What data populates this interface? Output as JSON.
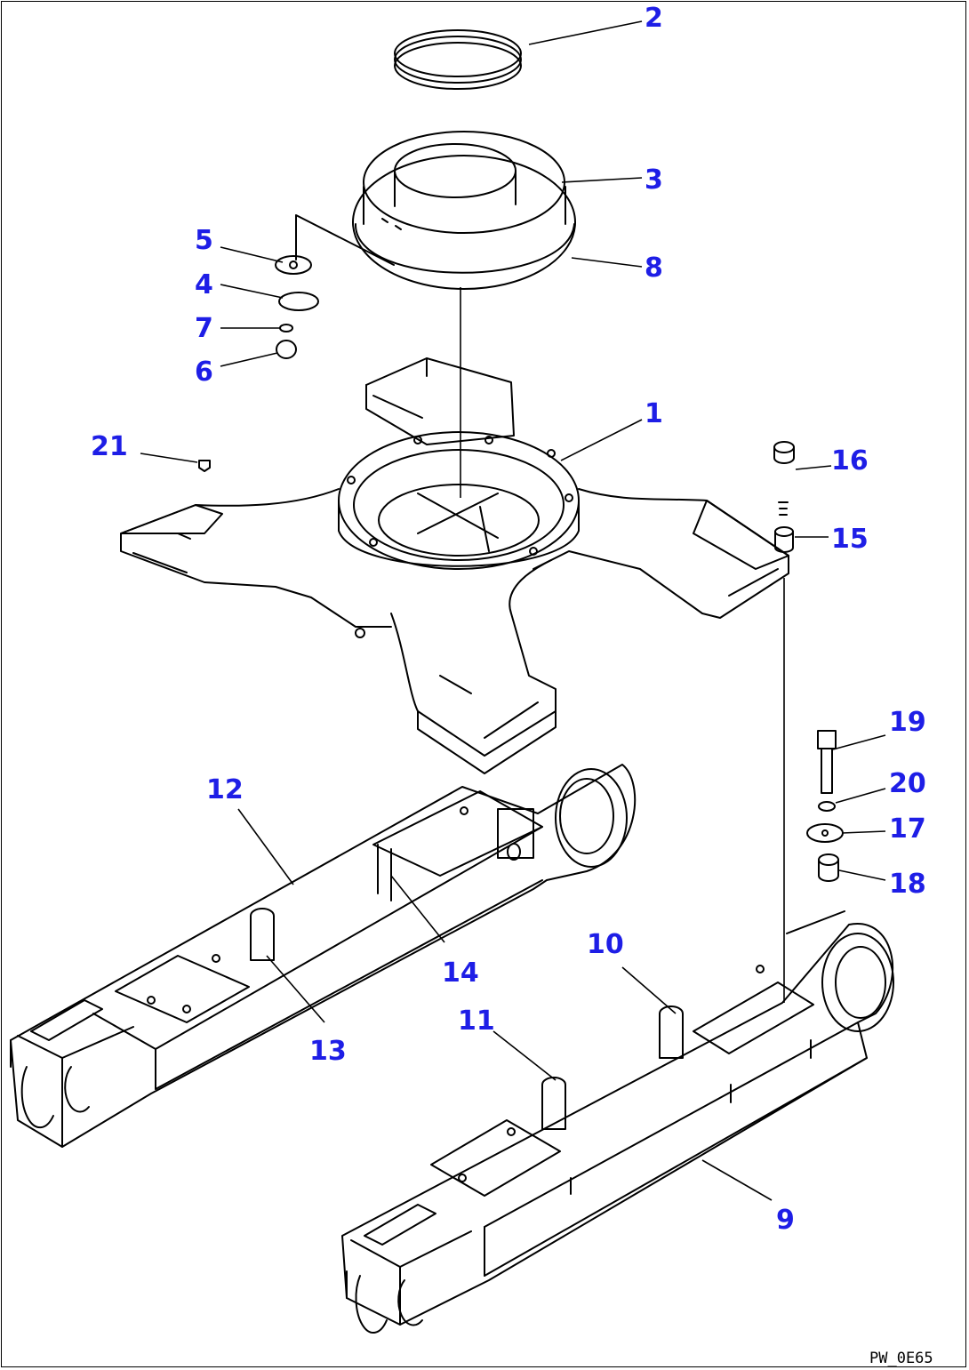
{
  "colors": {
    "line": "#000000",
    "label": "#1e1ee6",
    "background": "#ffffff"
  },
  "callouts": [
    {
      "id": "2",
      "text": "2"
    },
    {
      "id": "3",
      "text": "3"
    },
    {
      "id": "8",
      "text": "8"
    },
    {
      "id": "5",
      "text": "5"
    },
    {
      "id": "4",
      "text": "4"
    },
    {
      "id": "7",
      "text": "7"
    },
    {
      "id": "6",
      "text": "6"
    },
    {
      "id": "1",
      "text": "1"
    },
    {
      "id": "21",
      "text": "21"
    },
    {
      "id": "16",
      "text": "16"
    },
    {
      "id": "15",
      "text": "15"
    },
    {
      "id": "19",
      "text": "19"
    },
    {
      "id": "20",
      "text": "20"
    },
    {
      "id": "17",
      "text": "17"
    },
    {
      "id": "18",
      "text": "18"
    },
    {
      "id": "12",
      "text": "12"
    },
    {
      "id": "14",
      "text": "14"
    },
    {
      "id": "13",
      "text": "13"
    },
    {
      "id": "10",
      "text": "10"
    },
    {
      "id": "11",
      "text": "11"
    },
    {
      "id": "9",
      "text": "9"
    }
  ],
  "drawing_code": "PW_0E65"
}
